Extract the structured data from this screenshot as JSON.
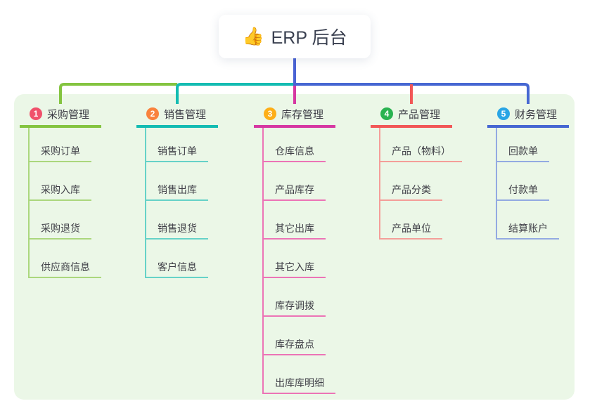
{
  "root": {
    "icon": "thumbs-up",
    "icon_glyph": "👍",
    "label": "ERP 后台"
  },
  "connector_color": "#4a63d4",
  "panel_color": "#ebf7e7",
  "branches": [
    {
      "num": "1",
      "label": "采购管理",
      "badge_color": "#f0516b",
      "line_color": "#84c440",
      "light_color": "#abd77d",
      "children": [
        "采购订单",
        "采购入库",
        "采购退货",
        "供应商信息"
      ]
    },
    {
      "num": "2",
      "label": "销售管理",
      "badge_color": "#f9823d",
      "line_color": "#14bcb2",
      "light_color": "#66d2c8",
      "children": [
        "销售订单",
        "销售出库",
        "销售退货",
        "客户信息"
      ]
    },
    {
      "num": "3",
      "label": "库存管理",
      "badge_color": "#fdae17",
      "line_color": "#d638a2",
      "light_color": "#ec74b6",
      "children": [
        "仓库信息",
        "产品库存",
        "其它出库",
        "其它入库",
        "库存调拨",
        "库存盘点",
        "出库库明细"
      ]
    },
    {
      "num": "4",
      "label": "产品管理",
      "badge_color": "#2ab351",
      "line_color": "#f25757",
      "light_color": "#f49e99",
      "children": [
        "产品（物料）",
        "产品分类",
        "产品单位"
      ]
    },
    {
      "num": "5",
      "label": "财务管理",
      "badge_color": "#29a5e5",
      "line_color": "#4667d2",
      "light_color": "#93aae2",
      "children": [
        "回款单",
        "付款单",
        "结算账户"
      ]
    }
  ]
}
